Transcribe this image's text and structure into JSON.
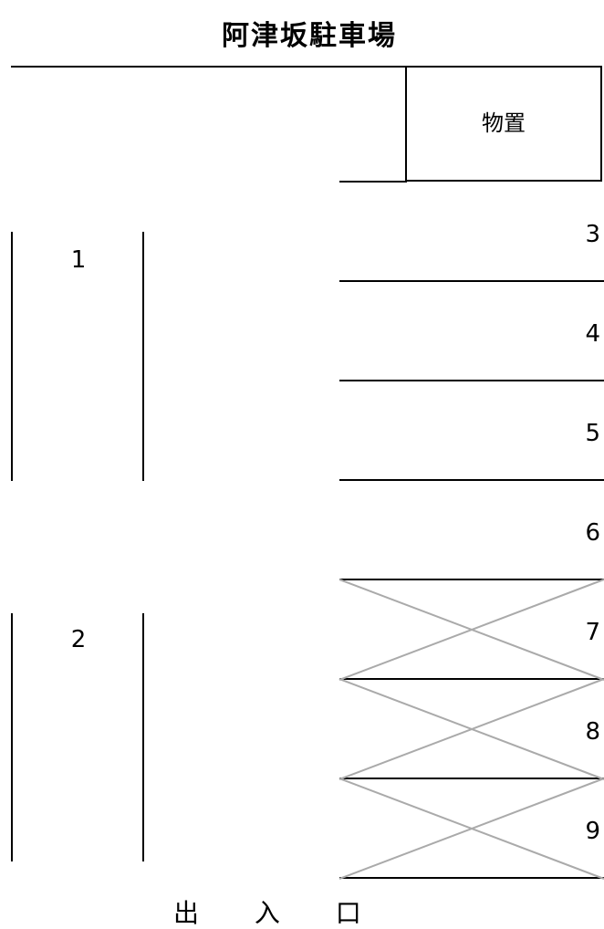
{
  "title": "阿津坂駐車場",
  "storage_label": "物置",
  "exit_label": "出 入 口",
  "left_areas": [
    {
      "label": "1"
    },
    {
      "label": "2"
    }
  ],
  "right_slots": [
    {
      "label": "3",
      "unavailable": false
    },
    {
      "label": "4",
      "unavailable": false
    },
    {
      "label": "5",
      "unavailable": false
    },
    {
      "label": "6",
      "unavailable": false
    },
    {
      "label": "7",
      "unavailable": true
    },
    {
      "label": "8",
      "unavailable": true
    },
    {
      "label": "9",
      "unavailable": true
    }
  ],
  "colors": {
    "line": "#000000",
    "cross": "#aaaaaa",
    "background": "#ffffff"
  }
}
